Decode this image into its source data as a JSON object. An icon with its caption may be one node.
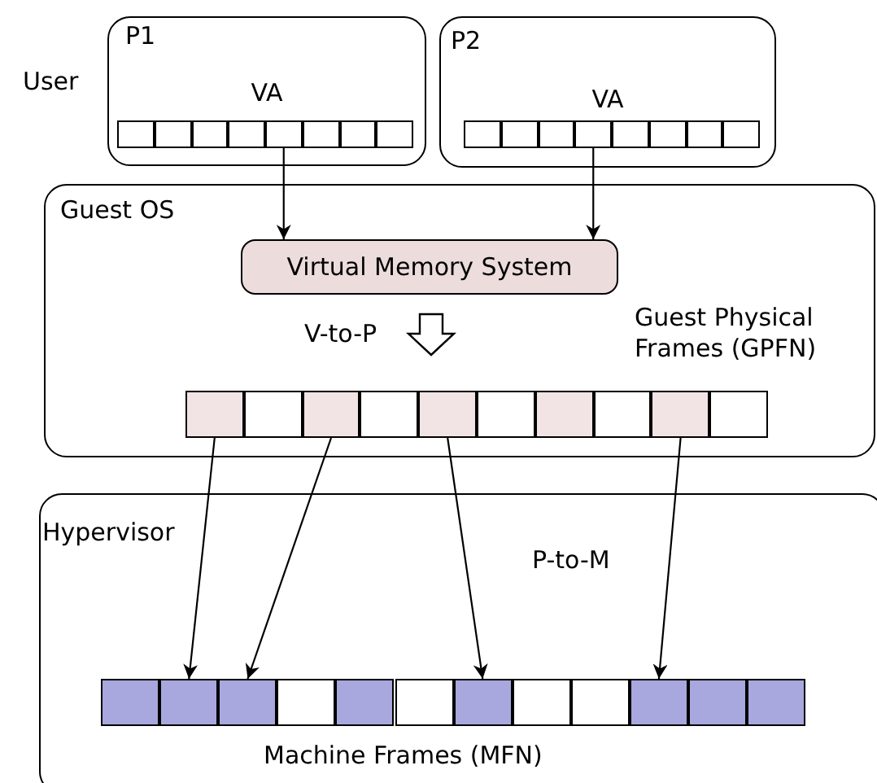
{
  "diagram": {
    "nodes": [
      {
        "text": [
          "P1",
          "VA"
        ]
      },
      {
        "text": [],
        "shape": "box",
        "in": 0
      },
      {
        "text": [],
        "shape": "box",
        "in": 0
      },
      {
        "text": [],
        "shape": "box",
        "in": 0
      },
      {
        "text": [],
        "shape": "box",
        "in": 0
      },
      {
        "text": [],
        "shape": "box",
        "in": 0
      },
      {
        "text": [],
        "shape": "box",
        "in": 0
      },
      {
        "text": [],
        "shape": "box",
        "in": 0
      },
      {
        "text": [],
        "shape": "box",
        "in": 0
      },
      {
        "text": [
          "P2",
          "VA"
        ]
      },
      {
        "text": [],
        "shape": "box",
        "in": 9
      },
      {
        "text": [],
        "shape": "box",
        "in": 9
      },
      {
        "text": [],
        "shape": "box",
        "in": 9
      },
      {
        "text": [],
        "shape": "box",
        "in": 9
      },
      {
        "text": [],
        "shape": "box",
        "in": 9
      },
      {
        "text": [],
        "shape": "box",
        "in": 9
      },
      {
        "text": [],
        "shape": "box",
        "in": 9
      },
      {
        "text": [],
        "shape": "box",
        "in": 9
      },
      {
        "text": [
          "Guest OS"
        ]
      },
      {
        "text": [
          "Virtual Memory System"
        ],
        "in": 18
      },
      {
        "text": [],
        "shape": "box",
        "in": 18
      },
      {
        "text": [],
        "shape": "box",
        "in": 18
      },
      {
        "text": [],
        "shape": "box",
        "in": 18
      },
      {
        "text": [],
        "shape": "box",
        "in": 18
      },
      {
        "text": [],
        "shape": "box",
        "in": 18
      },
      {
        "text": [],
        "shape": "box",
        "in": 18
      },
      {
        "text": [],
        "shape": "box",
        "in": 18
      },
      {
        "text": [],
        "shape": "box",
        "in": 18
      },
      {
        "text": [],
        "shape": "box",
        "in": 18
      },
      {
        "text": [],
        "shape": "box",
        "in": 18
      },
      {
        "text": [
          "Hypervisor"
        ]
      },
      {
        "text": [],
        "shape": "box",
        "in": 30
      },
      {
        "text": [],
        "shape": "box",
        "in": 30
      },
      {
        "text": [],
        "shape": "box",
        "in": 30
      },
      {
        "text": [],
        "shape": "box",
        "in": 30
      },
      {
        "text": [],
        "shape": "box",
        "in": 30
      },
      {
        "text": [],
        "shape": "box",
        "in": 30
      },
      {
        "text": [],
        "shape": "box",
        "in": 30
      },
      {
        "text": [],
        "shape": "box",
        "in": 30
      },
      {
        "text": [],
        "shape": "box",
        "in": 30
      },
      {
        "text": [],
        "shape": "box",
        "in": 30
      },
      {
        "text": [],
        "shape": "box",
        "in": 30
      },
      {
        "text": [],
        "shape": "box",
        "in": 30
      }
    ],
    "edges": [
      {
        "from": 5,
        "to": 19,
        "arrow": "to"
      },
      {
        "from": 13,
        "to": 19,
        "arrow": "to"
      },
      {
        "from": 20,
        "to": 32,
        "arrow": "to"
      },
      {
        "from": 22,
        "to": 33,
        "arrow": "to"
      },
      {
        "from": 24,
        "to": 37,
        "arrow": "to"
      },
      {
        "from": 28,
        "to": 40,
        "arrow": "to"
      },
      {
        "from": 19,
        "to": null,
        "arrow": "to"
      }
    ],
    "labels": [
      "User",
      "V-to-P",
      "Guest Physical Frames (GPFN)",
      "P-to-M",
      "Machine Frames (MFN)"
    ]
  }
}
